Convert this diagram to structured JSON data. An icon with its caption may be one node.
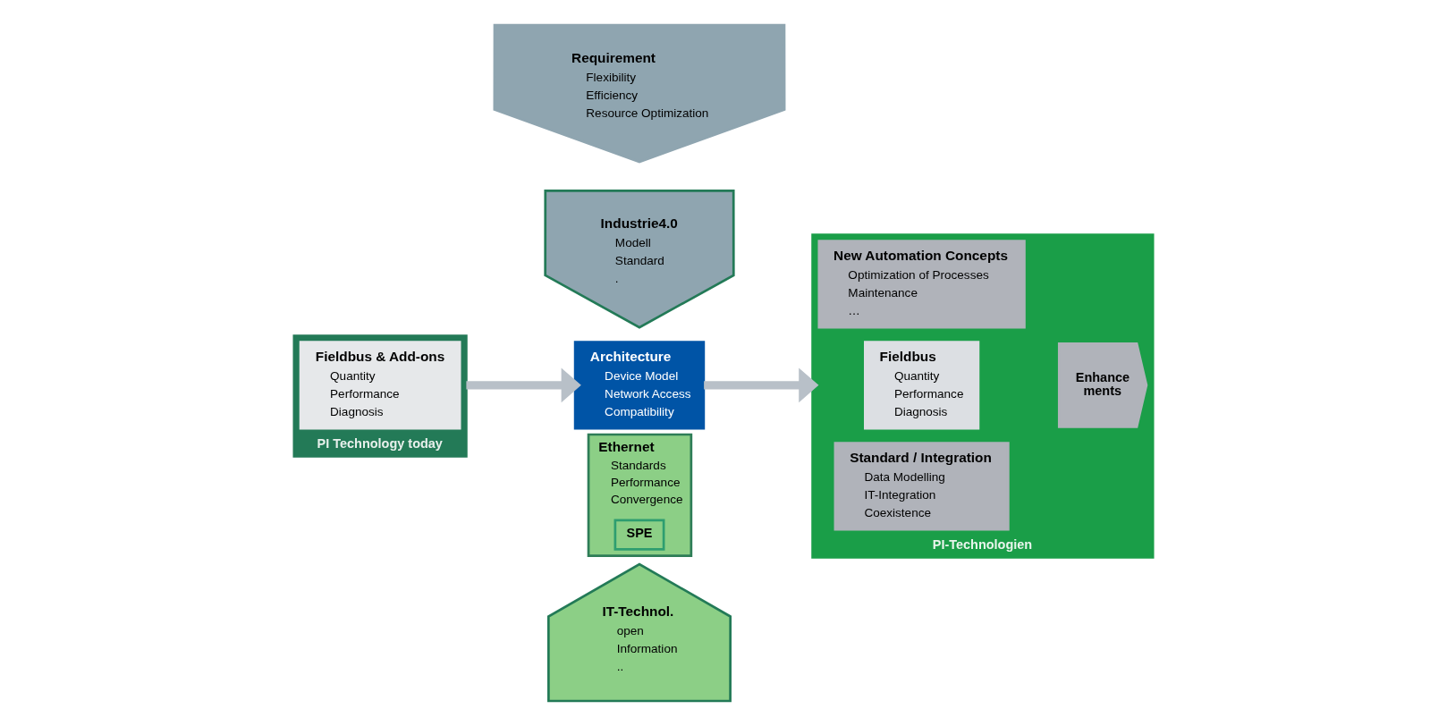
{
  "diagram": {
    "nodes": [
      {
        "text": [
          "PI Technology today"
        ]
      },
      {
        "text": [
          "Fieldbus & Add-ons",
          "Quantity",
          "Performance",
          "Diagnosis"
        ],
        "in": 0
      },
      {
        "text": [
          "Requirement",
          "Flexibility",
          "Efficiency",
          "Resource Optimization"
        ]
      },
      {
        "text": [
          "Industrie4.0",
          "Modell",
          "Standard",
          "."
        ]
      },
      {
        "text": [
          "Architecture",
          "Device Model",
          "Network Access",
          "Compatibility"
        ]
      },
      {
        "text": [
          "Ethernet",
          "Standards",
          "Performance",
          "Convergence"
        ]
      },
      {
        "text": [
          "SPE"
        ],
        "in": 5
      },
      {
        "text": [
          "IT-Technol.",
          "open",
          "Information",
          ".."
        ]
      },
      {
        "text": [
          "PI-Technologien"
        ]
      },
      {
        "text": [
          "New Automation Concepts",
          "Optimization of Processes",
          "Maintenance",
          "…"
        ],
        "in": 8
      },
      {
        "text": [
          "Fieldbus",
          "Quantity",
          "Performance",
          "Diagnosis"
        ],
        "in": 8
      },
      {
        "text": [
          "Enhance ments"
        ],
        "in": 8
      },
      {
        "text": [
          "Standard / Integration",
          "Data Modelling",
          "IT-Integration",
          "Coexistence"
        ],
        "in": 8
      }
    ],
    "edges": [
      {
        "from": 0,
        "to": 4,
        "arrow": "to"
      },
      {
        "from": 4,
        "to": 8,
        "arrow": "to"
      }
    ]
  }
}
